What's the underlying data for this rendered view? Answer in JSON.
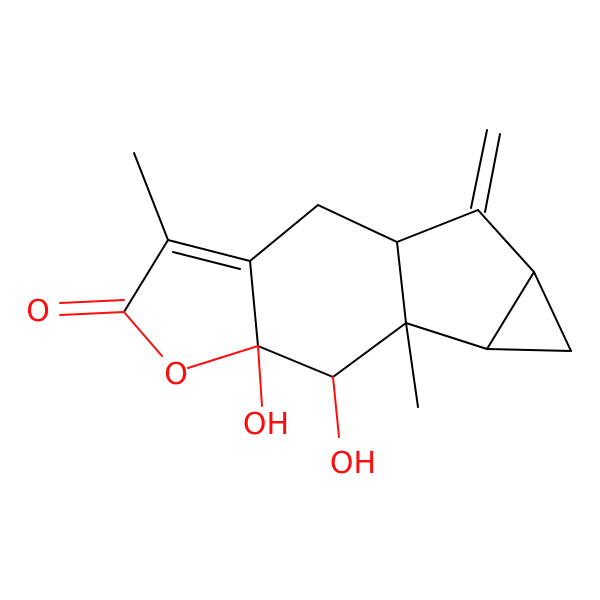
{
  "molecule": {
    "atoms": {
      "carbonyl_o": "O",
      "ring_o": "O",
      "oh_1": "OH",
      "oh_2": "OH"
    },
    "colors": {
      "bond": "#000000",
      "oxygen": "#ff0d0d",
      "background": "#ffffff"
    }
  }
}
